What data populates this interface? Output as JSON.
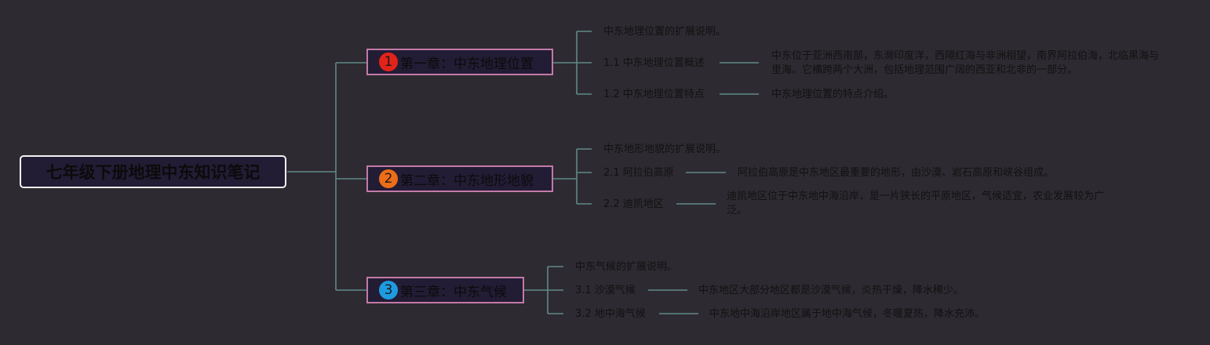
{
  "root": {
    "title": "七年级下册地理中东知识笔记"
  },
  "colors": {
    "line": "#5f8a87",
    "chapter_border": "#c27ba8",
    "node_bg": "#231c35",
    "background": "#2e2a31"
  },
  "chapters": [
    {
      "badge": "1",
      "badge_color": "#e2231a",
      "title": "第一章：中东地理位置",
      "intro": "中东地理位置的扩展说明。",
      "sections": [
        {
          "label": "1.1 中东地理位置概述",
          "desc": "中东位于亚洲西南部，东濒印度洋，西隔红海与非洲相望，南界阿拉伯海，北临黑海与里海。它横跨两个大洲，包括地理范围广阔的西亚和北非的一部分。"
        },
        {
          "label": "1.2 中东地理位置特点",
          "desc": "中东地理位置的特点介绍。"
        }
      ]
    },
    {
      "badge": "2",
      "badge_color": "#ee6d17",
      "title": "第二章：中东地形地貌",
      "intro": "中东地形地貌的扩展说明。",
      "sections": [
        {
          "label": "2.1 阿拉伯高原",
          "desc": "阿拉伯高原是中东地区最重要的地形，由沙漠、岩石高原和峡谷组成。"
        },
        {
          "label": "2.2 迪凯地区",
          "desc": "迪凯地区位于中东地中海沿岸，是一片狭长的平原地区，气候适宜，农业发展较为广泛。"
        }
      ]
    },
    {
      "badge": "3",
      "badge_color": "#1e9be0",
      "title": "第三章：中东气候",
      "intro": "中东气候的扩展说明。",
      "sections": [
        {
          "label": "3.1 沙漠气候",
          "desc": "中东地区大部分地区都是沙漠气候，炎热干燥，降水稀少。"
        },
        {
          "label": "3.2 地中海气候",
          "desc": "中东地中海沿岸地区属于地中海气候，冬暖夏热，降水充沛。"
        }
      ]
    }
  ]
}
